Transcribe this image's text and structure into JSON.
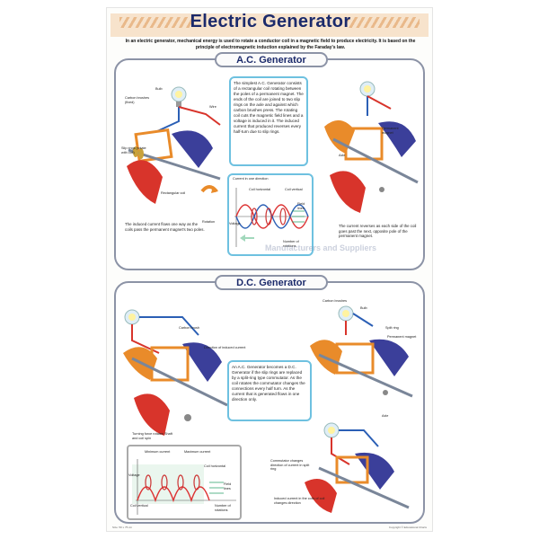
{
  "title": "Electric Generator",
  "intro": "In an electric generator, mechanical energy is used to rotate a conductor coil in a magnetic field to produce electricity. It is based on the principle of electromagnetic induction explained by the Faraday's law.",
  "ac": {
    "heading": "A.C. Generator",
    "description": "The simplest A.C. Generator consists of a rectangular coil rotating between the poles of a permanent magnet. The ends of the coil are joined to two slip rings on the axle and against which carbon brushes press. The rotating coil cuts the magnetic field lines and a voltage is induced in it. The induced current that produced reverses every half-turn due to slip rings.",
    "labels": {
      "bulb": "Bulb",
      "carbon_brushes": "Carbon brushes (fixed)",
      "wire": "Wire",
      "slip_rings": "Slip rings (rotate with coil)",
      "rectangular_coil": "Rectangular coil",
      "rotation": "Rotation",
      "permanent_magnet": "Permanent magnet",
      "axle": "Axle"
    },
    "left_caption": "The induced current flows one way as the coils pass the permanent magnet's two poles.",
    "right_caption": "The current reverses as each side of the coil goes past the next, opposite pole of the permanent magnet.",
    "graph": {
      "top_label": "Current in one direction",
      "coil_horizontal": "Coil horizontal",
      "coil_vertical": "Coil vertical",
      "field_lines": "Field lines",
      "voltage": "Voltage",
      "rotations": "Number of rotations"
    }
  },
  "dc": {
    "heading": "D.C. Generator",
    "description": "An A.C. Generator becomes a D.C. Generator if the slip rings are replaced by a split-ring type commutator. As the coil rotates the commutator changes the connections every half turn. As the current that is generated flows in one direction only.",
    "labels": {
      "carbon_brush": "Carbon brush",
      "direction_current": "Direction of induced current",
      "turning_force": "Turning force rotates Shaft and coil spin",
      "carbon_brushes": "Carbon brushes",
      "bulb": "Bulb",
      "split_ring": "Split ring",
      "permanent_magnet": "Permanent magnet",
      "axle": "Axle",
      "commutator": "Commutator changes direction of current in split ring",
      "induced_current": "Induced current in the coils of coil changes direction"
    },
    "graph": {
      "minimum_current": "Minimum current",
      "maximum_current": "Maximum current",
      "coil_horizontal": "Coil horizontal",
      "field_lines": "Field lines",
      "coil_vertical": "Coil vertical",
      "rotations": "Number of rotations",
      "voltage": "Voltage"
    }
  },
  "watermark": "Manufacturers and Suppliers",
  "footer_left": "Size: 50 x 75 cm",
  "footer_right": "Copyright © Educational Charts",
  "colors": {
    "title": "#1b2a6b",
    "panel_border": "#8c93a6",
    "box_border": "#6ec1e0",
    "magnet_red": "#d8342b",
    "magnet_blue": "#3b3f9a",
    "coil_orange": "#e98b2a"
  }
}
